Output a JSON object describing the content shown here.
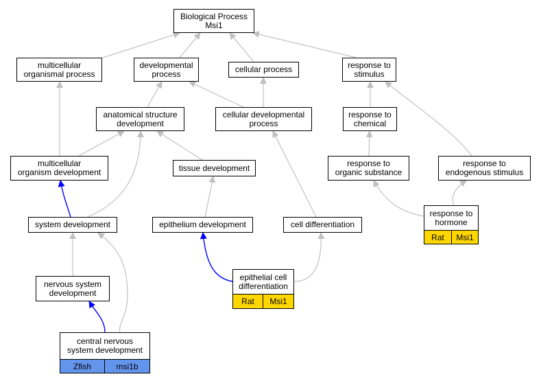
{
  "colors": {
    "edge_default": "#c0c0c0",
    "edge_highlight": "#0000ff",
    "rat": "#ffd700",
    "zfish": "#6495ed"
  },
  "nodes": {
    "bp": "Biological Process\nMsi1",
    "multicellular_organismal_process": "multicellular\norganismal process",
    "developmental_process": "developmental\nprocess",
    "cellular_process": "cellular process",
    "response_to_stimulus": "response to\nstimulus",
    "anatomical_structure_development": "anatomical structure\ndevelopment",
    "cellular_developmental_process": "cellular developmental\nprocess",
    "response_to_chemical": "response to\nchemical",
    "multicellular_organism_development": "multicellular\norganism development",
    "tissue_development": "tissue development",
    "response_to_organic_substance": "response to\norganic substance",
    "response_to_endogenous_stimulus": "response to\nendogenous stimulus",
    "system_development": "system development",
    "epithelium_development": "epithelium development",
    "cell_differentiation": "cell differentiation",
    "response_to_hormone": "response to\nhormone",
    "nervous_system_development": "nervous system\ndevelopment",
    "epithelial_cell_differentiation": "epithelial cell\ndifferentiation",
    "central_nervous_system_development": "central nervous\nsystem development"
  },
  "tags": {
    "response_to_hormone": [
      "Rat",
      "Msi1"
    ],
    "epithelial_cell_differentiation": [
      "Rat",
      "Msi1"
    ],
    "central_nervous_system_development": [
      "Zfish",
      "msi1b"
    ]
  }
}
